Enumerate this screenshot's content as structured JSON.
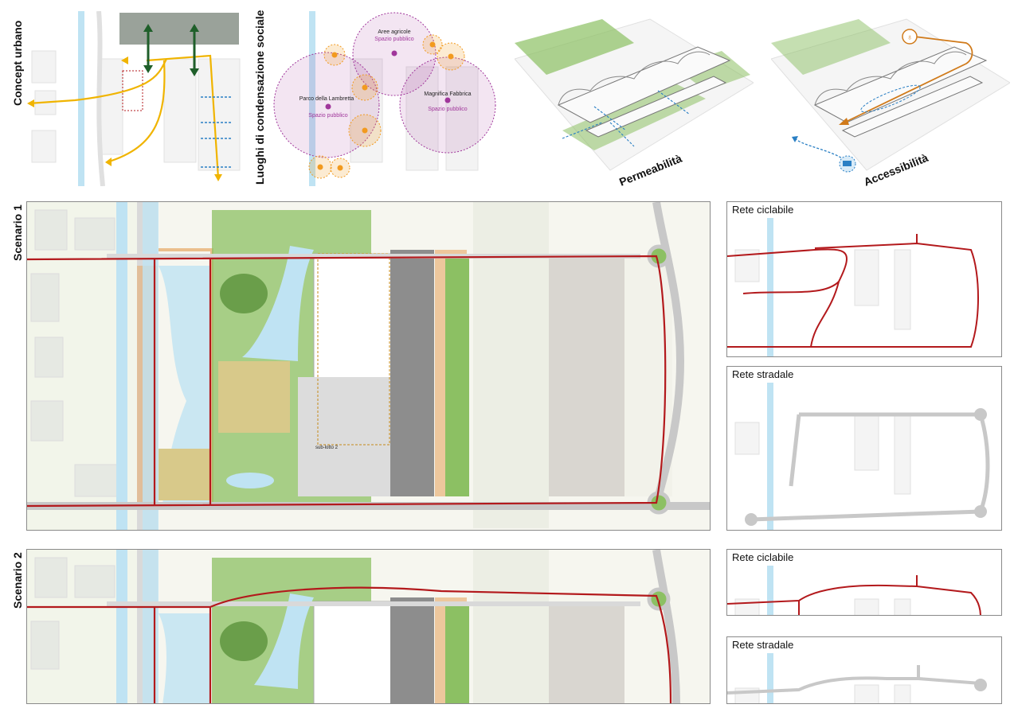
{
  "top_row": {
    "concept_title": "Concept urbano",
    "social_title": "Luoghi di condensazione sociale",
    "permeability_label": "Permeabilità",
    "accessibility_label": "Accessibilità",
    "places": [
      {
        "name": "Aree agricole",
        "sub": "Spazio pubblico"
      },
      {
        "name": "Parco della Lambretta",
        "sub": "Spazio pubblico"
      },
      {
        "name": "Magnifica Fabbrica",
        "sub": "Spazio pubblico"
      }
    ]
  },
  "scenario1": {
    "title": "Scenario 1",
    "sublot_label": "sub-lotto 2",
    "bike_title": "Rete ciclabile",
    "road_title": "Rete stradale"
  },
  "scenario2": {
    "title": "Scenario 2",
    "bike_title": "Rete ciclabile",
    "road_title": "Rete stradale"
  },
  "colors": {
    "bike_route": "#b3191c",
    "concept_yellow": "#f0b400",
    "green_arrow": "#1f5f2a",
    "blue_arrow": "#2a7fc4",
    "social_purple": "#a0369b",
    "social_orange": "#f29a1e",
    "park_green": "#8cc063",
    "water": "#9fd2ec",
    "road_gray": "#c8c8c8"
  }
}
